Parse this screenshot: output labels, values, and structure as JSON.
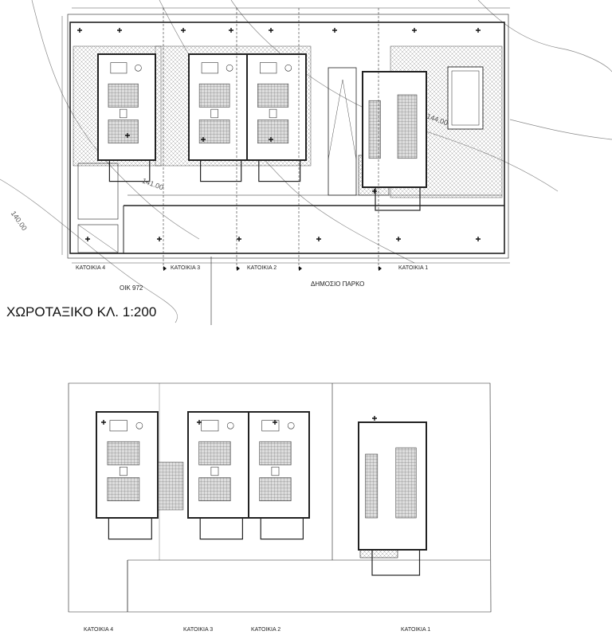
{
  "title": "ΧΩΡΟΤΑΞΙΚΟ ΚΛ. 1:200",
  "top_plan": {
    "units": [
      "ΚΑΤΟΙΚΙΑ 4",
      "ΚΑΤΟΙΚΙΑ 3",
      "ΚΑΤΟΙΚΙΑ 2",
      "ΚΑΤΟΙΚΙΑ 1"
    ],
    "neighbor_label": "ΟΙΚ 972",
    "park_label": "ΔΗΜΟΣΙΟ ΠΑΡΚΟ",
    "contours": [
      "140.00",
      "141.00",
      "144.00"
    ]
  },
  "bottom_plan": {
    "units": [
      "ΚΑΤΟΙΚΙΑ 4",
      "ΚΑΤΟΙΚΙΑ 3",
      "ΚΑΤΟΙΚΙΑ 2",
      "ΚΑΤΟΙΚΙΑ 1"
    ]
  },
  "colors": {
    "line": "#222222",
    "hatch": "#9a9a9a",
    "contour": "#8a8a8a"
  }
}
